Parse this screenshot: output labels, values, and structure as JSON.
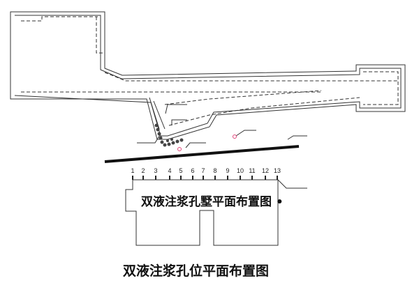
{
  "drawing": {
    "inner_title": "双液注浆孔墅平面布置图 •",
    "caption": "双液注浆孔位平面布置图",
    "hole_numbers": [
      "1",
      "2",
      "3",
      "4",
      "5",
      "6",
      "7",
      "8",
      "9",
      "10",
      "11",
      "12",
      "13"
    ],
    "colors": {
      "line": "#222222",
      "marker": "#e0457a"
    }
  }
}
